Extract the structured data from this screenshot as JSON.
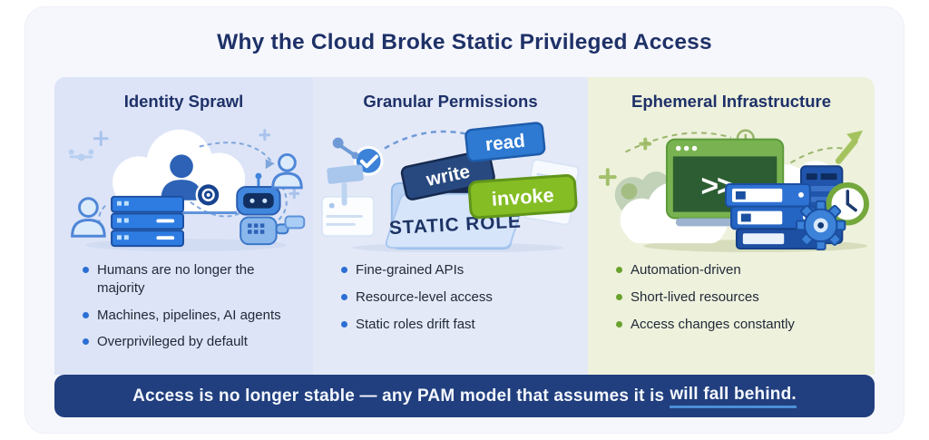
{
  "title": "Why the Cloud Broke Static Privileged Access",
  "columns": [
    {
      "header": "Identity Sprawl",
      "bullets": [
        "Humans are no longer the majority",
        "Machines, pipelines, AI agents",
        "Overprivileged by default"
      ]
    },
    {
      "header": "Granular Permissions",
      "bullets": [
        "Fine-grained APIs",
        "Resource-level access",
        "Static roles drift fast"
      ],
      "illustration": {
        "folder_label": "STATIC ROLE",
        "tag_write": "write",
        "tag_read": "read",
        "tag_invoke": "invoke"
      }
    },
    {
      "header": "Ephemeral Infrastructure",
      "bullets": [
        "Automation-driven",
        "Short-lived resources",
        "Access changes constantly"
      ],
      "illustration": {
        "terminal_prompt": ">>"
      }
    }
  ],
  "banner": {
    "text": "Access is no longer stable — any PAM model that assumes it is",
    "underlined": "will fall behind."
  },
  "colors": {
    "accent_blue": "#2b6fd4",
    "accent_green": "#69a32d",
    "banner_bg": "#213f7e",
    "heading_navy": "#1e3168",
    "col1_bg": "#dde4f7",
    "col2_bg": "#e4e9f8",
    "col3_bg": "#eef1dc",
    "underline_blue": "#4b8fd6"
  }
}
